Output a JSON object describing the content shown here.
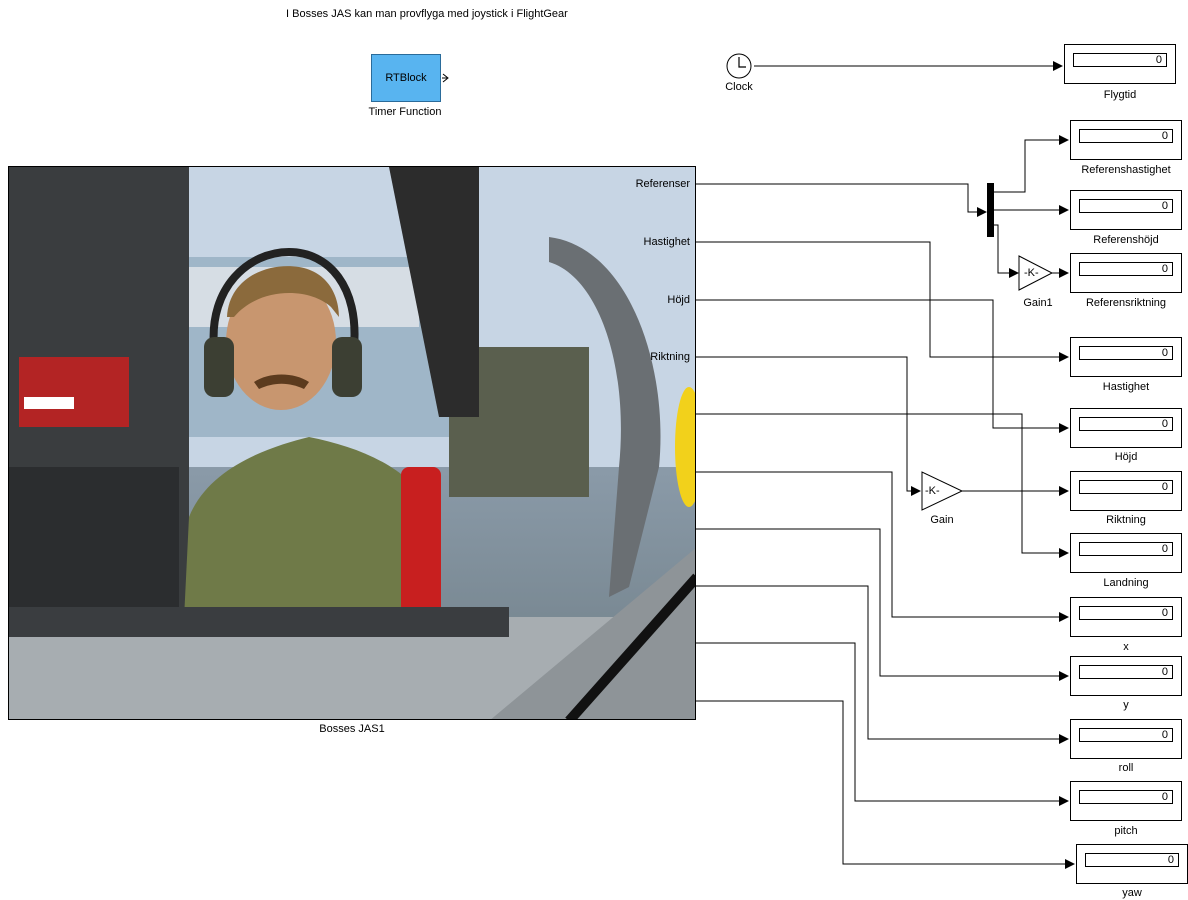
{
  "diagram": {
    "title": "I Bosses JAS kan man provflyga med joystick i FlightGear",
    "rtblock": {
      "label": "RTBlock",
      "caption": "Timer Function"
    },
    "clock": {
      "caption": "Clock"
    },
    "subsystem": {
      "caption": "Bosses JAS1",
      "ports": [
        "Referenser",
        "Hastighet",
        "Höjd",
        "Riktning"
      ]
    },
    "gains": [
      {
        "label": "-K-",
        "caption": "Gain1"
      },
      {
        "label": "-K-",
        "caption": "Gain"
      }
    ],
    "displays": [
      {
        "value": "0",
        "caption": "Flygtid"
      },
      {
        "value": "0",
        "caption": "Referenshastighet"
      },
      {
        "value": "0",
        "caption": "Referenshöjd"
      },
      {
        "value": "0",
        "caption": "Referensriktning"
      },
      {
        "value": "0",
        "caption": "Hastighet"
      },
      {
        "value": "0",
        "caption": "Höjd"
      },
      {
        "value": "0",
        "caption": "Riktning"
      },
      {
        "value": "0",
        "caption": "Landning"
      },
      {
        "value": "0",
        "caption": "x"
      },
      {
        "value": "0",
        "caption": "y"
      },
      {
        "value": "0",
        "caption": "roll"
      },
      {
        "value": "0",
        "caption": "pitch"
      },
      {
        "value": "0",
        "caption": "yaw"
      }
    ]
  }
}
